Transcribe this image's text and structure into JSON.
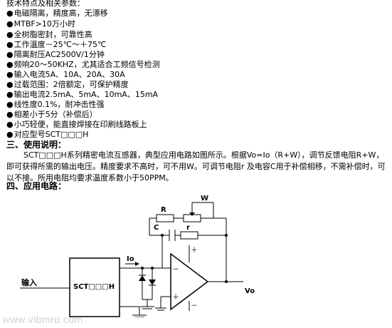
{
  "features_heading": "技术特点及相关参数：",
  "features": [
    "电磁隔离，精度高，无漂移",
    "MTBF>10万小时",
    "全树脂密封，可靠性高",
    "工作温度－25℃～＋75℃",
    "隔离耐压AC2500V/1分钟",
    "频响20～50KHZ，尤其适合工频信号检测",
    "输入电流5A、10A、20A、30A",
    "过载范围：2倍额定，可保护精度",
    "输出电流2.5mA、5mA、10mA、15mA",
    "线性度0.1%，耐冲击性强",
    "相差小于5分（补偿后）",
    "小巧轻便，能直接焊接在印刷线路板上",
    "对应型号SCT□□□H"
  ],
  "usage_heading": "三、使用说明：",
  "usage_text": "SCT□□□H系列精密电流互感器，典型应用电路如图所示。根据Vo=Io（R+W），调节反馈电阻R+W，即可获得所需的输出电压。精度要求不高时，可不用W。可调节电阻r 及电容C用于补偿相移，不需补偿时，可以不接。所用电阻均要求温度系数小于50PPM。",
  "circuit_heading": "四、应用电路：",
  "circuit": {
    "input_label": "输入",
    "device_label": "SCT□□□H",
    "io_label": "Io",
    "vo_label": "Vo",
    "r_label": "R",
    "w_label": "W",
    "c_label": "C",
    "small_r_label": "r",
    "minus_sign": "－",
    "plus_sign": "＋"
  },
  "watermark": "www.vibmro.com"
}
